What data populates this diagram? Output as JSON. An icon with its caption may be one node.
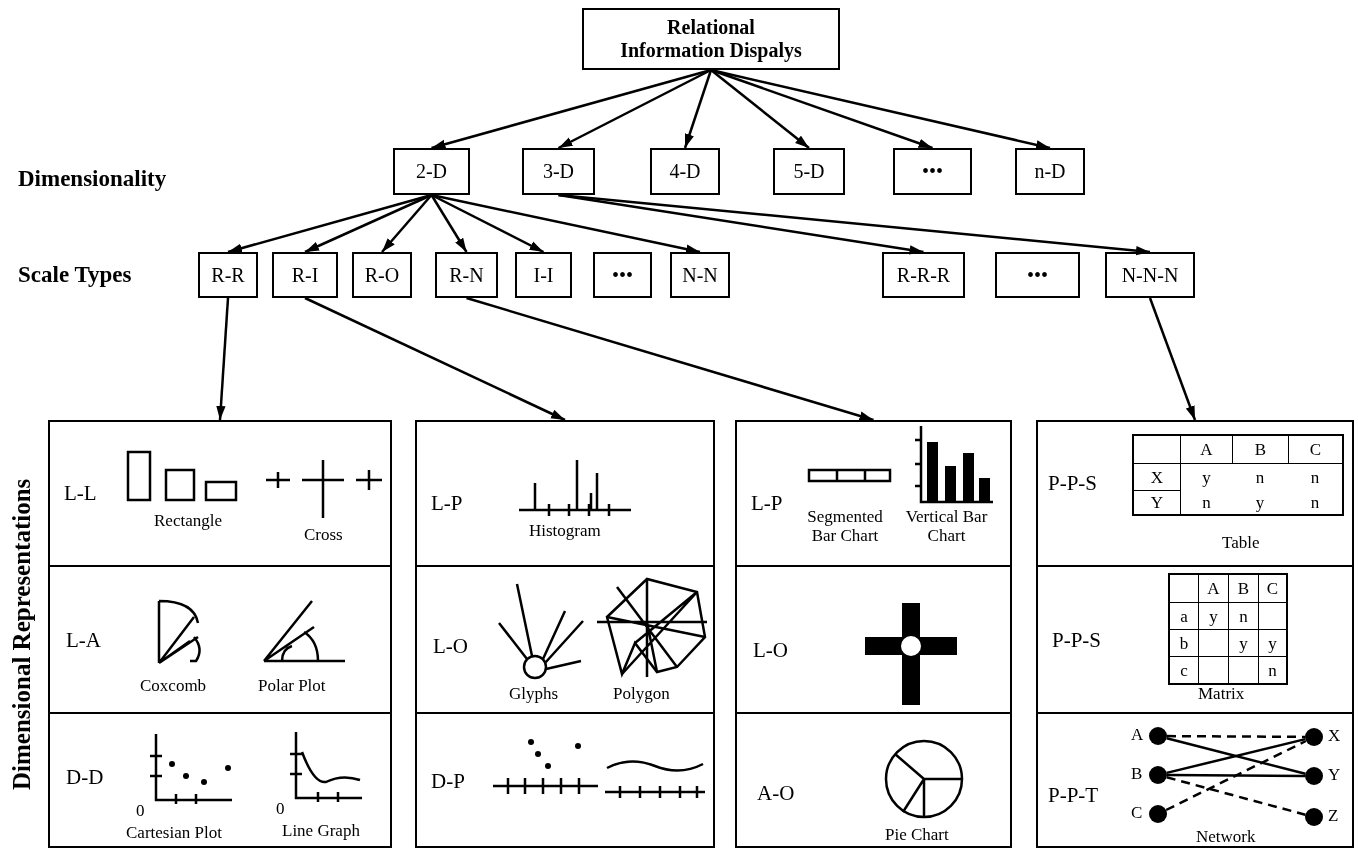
{
  "diagram": {
    "nodes": [
      {
        "text": [
          "Relational Information Dispalys"
        ]
      },
      {
        "text": [
          "2-D"
        ]
      },
      {
        "text": [
          "3-D"
        ]
      },
      {
        "text": [
          "4-D"
        ]
      },
      {
        "text": [
          "5-D"
        ]
      },
      {
        "text": [
          "•••"
        ]
      },
      {
        "text": [
          "n-D"
        ]
      },
      {
        "text": [
          "R-R"
        ]
      },
      {
        "text": [
          "R-I"
        ]
      },
      {
        "text": [
          "R-O"
        ]
      },
      {
        "text": [
          "R-N"
        ]
      },
      {
        "text": [
          "I-I"
        ]
      },
      {
        "text": [
          "•••"
        ]
      },
      {
        "text": [
          "N-N"
        ]
      },
      {
        "text": [
          "R-R-R"
        ]
      },
      {
        "text": [
          "•••"
        ]
      },
      {
        "text": [
          "N-N-N"
        ]
      },
      {
        "text": [],
        "shape": "box"
      },
      {
        "text": [],
        "shape": "box"
      },
      {
        "text": [],
        "shape": "box"
      },
      {
        "text": [],
        "shape": "box"
      },
      {
        "text": [
          "L-L",
          "Rectangle",
          "Cross"
        ],
        "in": 17
      },
      {
        "text": [
          "L-A",
          "Coxcomb",
          "Polar Plot"
        ],
        "in": 17
      },
      {
        "text": [
          "D-D",
          "0",
          "Cartesian Plot",
          "0",
          "Line Graph"
        ],
        "in": 17
      },
      {
        "text": [
          "L-P",
          "Histogram"
        ],
        "in": 18
      },
      {
        "text": [
          "L-O",
          "Glyphs",
          "Polygon"
        ],
        "in": 18
      },
      {
        "text": [
          "D-P"
        ],
        "in": 18
      },
      {
        "text": [
          "L-P",
          "Segmented Bar Chart",
          "Vertical Bar Chart"
        ],
        "in": 19
      },
      {
        "text": [
          "L-O"
        ],
        "in": 19
      },
      {
        "text": [
          "A-O",
          "Pie Chart"
        ],
        "in": 19
      },
      {
        "text": [
          "P-P-S",
          "A",
          "B",
          "C",
          "X",
          "y",
          "n",
          "n",
          "Y",
          "n",
          "y",
          "n",
          "Table"
        ],
        "in": 20
      },
      {
        "text": [
          "P-P-S",
          "A",
          "B",
          "C",
          "a",
          "y",
          "n",
          "b",
          "y",
          "y",
          "c",
          "n",
          "Matrix"
        ],
        "in": 20
      },
      {
        "text": [
          "P-P-T",
          "Network"
        ],
        "in": 20
      },
      {
        "text": [],
        "shape": "circle",
        "beside": [
          "A"
        ],
        "in": 32
      },
      {
        "text": [],
        "shape": "circle",
        "beside": [
          "B"
        ],
        "in": 32
      },
      {
        "text": [],
        "shape": "circle",
        "beside": [
          "C"
        ],
        "in": 32
      },
      {
        "text": [],
        "shape": "circle",
        "beside": [
          "X"
        ],
        "in": 32
      },
      {
        "text": [],
        "shape": "circle",
        "beside": [
          "Y"
        ],
        "in": 32
      },
      {
        "text": [],
        "shape": "circle",
        "beside": [
          "Z"
        ],
        "in": 32
      }
    ],
    "edges": [
      {
        "from": 0,
        "to": 1,
        "arrow": "to"
      },
      {
        "from": 0,
        "to": 2,
        "arrow": "to"
      },
      {
        "from": 0,
        "to": 3,
        "arrow": "to"
      },
      {
        "from": 0,
        "to": 4,
        "arrow": "to"
      },
      {
        "from": 0,
        "to": 5,
        "arrow": "to"
      },
      {
        "from": 0,
        "to": 6,
        "arrow": "to"
      },
      {
        "from": 1,
        "to": 7,
        "arrow": "to"
      },
      {
        "from": 1,
        "to": 8,
        "arrow": "to"
      },
      {
        "from": 1,
        "to": 9,
        "arrow": "to"
      },
      {
        "from": 1,
        "to": 10,
        "arrow": "to"
      },
      {
        "from": 1,
        "to": 11,
        "arrow": "to"
      },
      {
        "from": 1,
        "to": 13,
        "arrow": "to"
      },
      {
        "from": 2,
        "to": 14,
        "arrow": "to"
      },
      {
        "from": 2,
        "to": 16,
        "arrow": "to"
      },
      {
        "from": 7,
        "to": 17,
        "arrow": "to"
      },
      {
        "from": 8,
        "to": 18,
        "arrow": "to"
      },
      {
        "from": 10,
        "to": 19,
        "arrow": "to"
      },
      {
        "from": 16,
        "to": 20,
        "arrow": "to"
      },
      {
        "from": 33,
        "to": 36,
        "arrow": "none",
        "style": "dashed"
      },
      {
        "from": 33,
        "to": 37,
        "arrow": "none"
      },
      {
        "from": 34,
        "to": 36,
        "arrow": "none"
      },
      {
        "from": 34,
        "to": 37,
        "arrow": "none"
      },
      {
        "from": 34,
        "to": 38,
        "arrow": "none",
        "style": "dashed"
      },
      {
        "from": 35,
        "to": 36,
        "arrow": "none",
        "style": "dashed"
      }
    ],
    "labels": [
      "Dimensionality",
      "Scale Types",
      "Dimensional Representations"
    ]
  }
}
